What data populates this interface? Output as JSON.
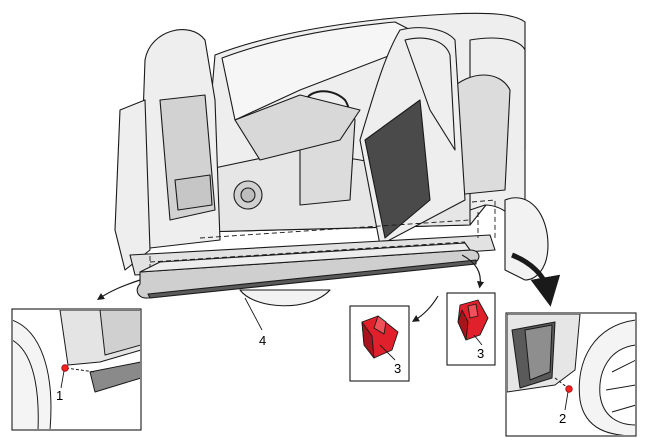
{
  "diagram": {
    "callouts": {
      "c1": "1",
      "c2": "2",
      "c3a": "3",
      "c3b": "3",
      "c4": "4"
    },
    "colors": {
      "outline": "#1a1a1a",
      "body_fill": "#eeeeee",
      "shadow": "#cfcfcf",
      "part_red": "#e0202a",
      "part_red_dark": "#a8141c",
      "fastener": "#ff2020"
    }
  }
}
